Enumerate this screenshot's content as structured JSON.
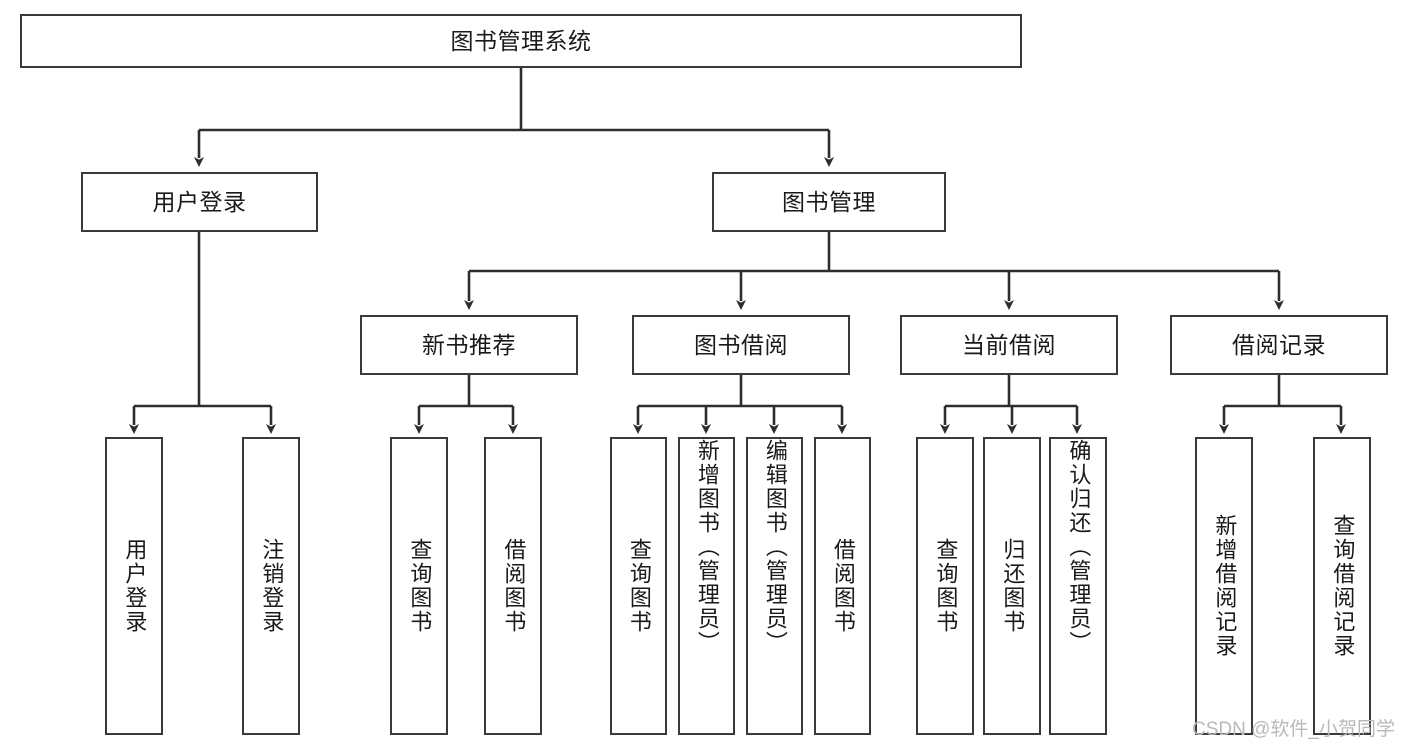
{
  "diagram": {
    "type": "tree",
    "title": "图书管理系统",
    "root": {
      "label": "图书管理系统"
    },
    "level2": [
      {
        "label": "用户登录"
      },
      {
        "label": "图书管理"
      }
    ],
    "level3": [
      {
        "label": "新书推荐"
      },
      {
        "label": "图书借阅"
      },
      {
        "label": "当前借阅"
      },
      {
        "label": "借阅记录"
      }
    ],
    "leaves": {
      "user_login": [
        {
          "label": "用户登录"
        },
        {
          "label": "注销登录"
        }
      ],
      "new_book_recommend": [
        {
          "label": "查询图书"
        },
        {
          "label": "借阅图书"
        }
      ],
      "book_borrow": [
        {
          "label": "查询图书"
        },
        {
          "label": "新增图书（管理员）"
        },
        {
          "label": "编辑图书（管理员）"
        },
        {
          "label": "借阅图书"
        }
      ],
      "current_borrow": [
        {
          "label": "查询图书"
        },
        {
          "label": "归还图书"
        },
        {
          "label": "确认归还（管理员）"
        }
      ],
      "borrow_record": [
        {
          "label": "新增借阅记录"
        },
        {
          "label": "查询借阅记录"
        }
      ]
    },
    "watermark": "CSDN @软件_小贺同学",
    "colors": {
      "stroke": "#3a3a3a",
      "fill": "#ffffff",
      "text": "#1a1a1a",
      "watermark": "#b9b9b9"
    }
  }
}
